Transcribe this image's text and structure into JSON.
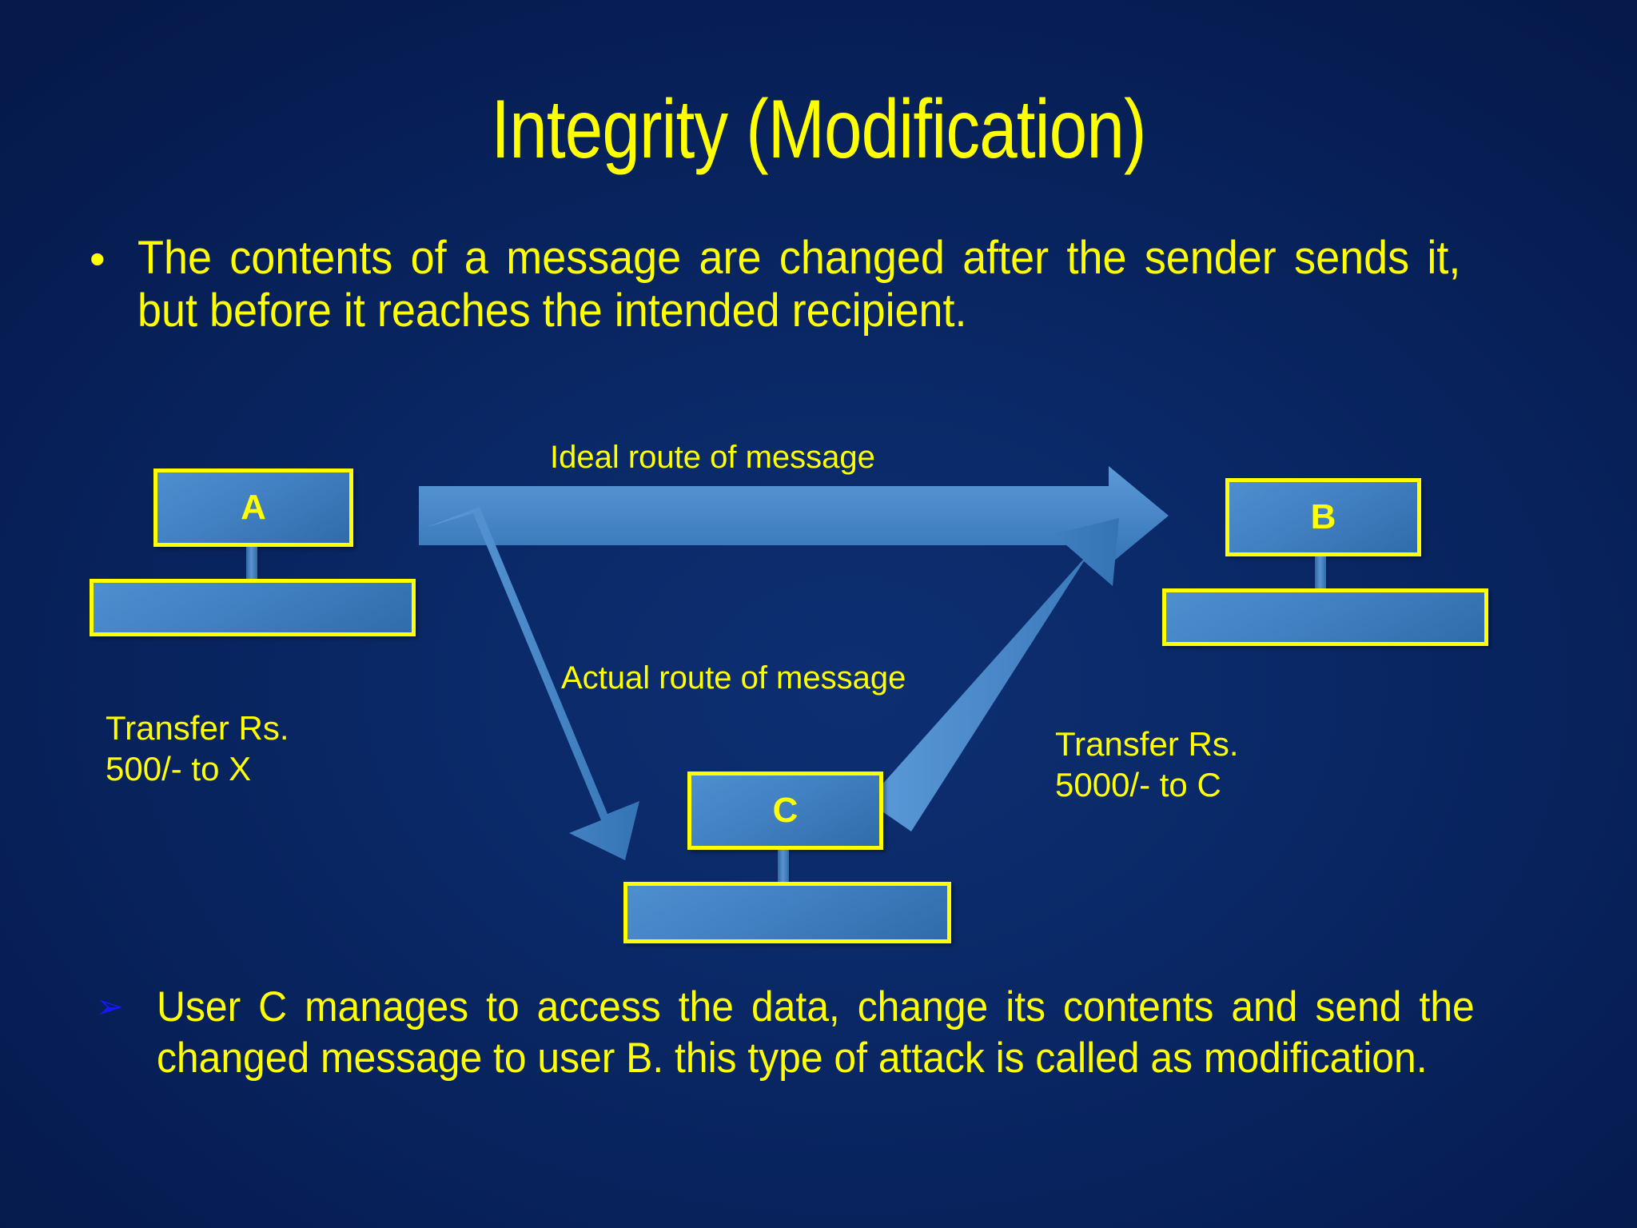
{
  "slide": {
    "title": "Integrity (Modification)",
    "background_color": "#0a2866",
    "text_color": "#ffff00",
    "accent_color": "#4382c4",
    "marker_color": "#1616ff"
  },
  "bullets": {
    "top": {
      "marker": "•",
      "text": "The contents of a message are changed after the sender sends it, but before it reaches the intended recipient."
    },
    "bottom": {
      "marker": "➢",
      "text": "User C manages to access the data, change its contents and send the changed message to user B. this type of attack is called as modification."
    }
  },
  "diagram": {
    "nodes": [
      {
        "id": "A",
        "label": "A",
        "role": "sender"
      },
      {
        "id": "B",
        "label": "B",
        "role": "intended-recipient"
      },
      {
        "id": "C",
        "label": "C",
        "role": "attacker"
      }
    ],
    "routes": [
      {
        "id": "ideal",
        "label": "Ideal route of message",
        "from": "A",
        "to": "B"
      },
      {
        "id": "actual-down",
        "label": "Actual route of message",
        "from": "A",
        "to": "C"
      },
      {
        "id": "actual-up",
        "label": "",
        "from": "C",
        "to": "B"
      }
    ],
    "annotations": {
      "left": "Transfer Rs.\n500/- to X",
      "right": "Transfer Rs.\n5000/- to C"
    }
  }
}
